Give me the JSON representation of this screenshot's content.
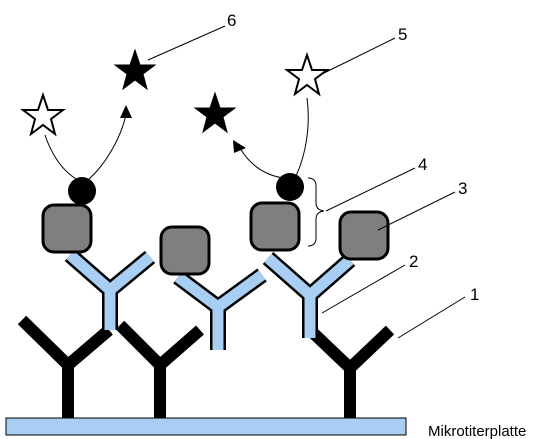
{
  "labels": {
    "n1": "1",
    "n2": "2",
    "n3": "3",
    "n4": "4",
    "n5": "5",
    "n6": "6",
    "plate": "Mikrotiterplatte"
  },
  "colors": {
    "plate_fill": "#a9cef4",
    "secondary_antibody": "#a9cef4",
    "antigen": "#7f7f7f",
    "capture_antibody": "#000000",
    "outline": "#000000",
    "star_filled": "#000000",
    "star_empty": "#ffffff"
  }
}
